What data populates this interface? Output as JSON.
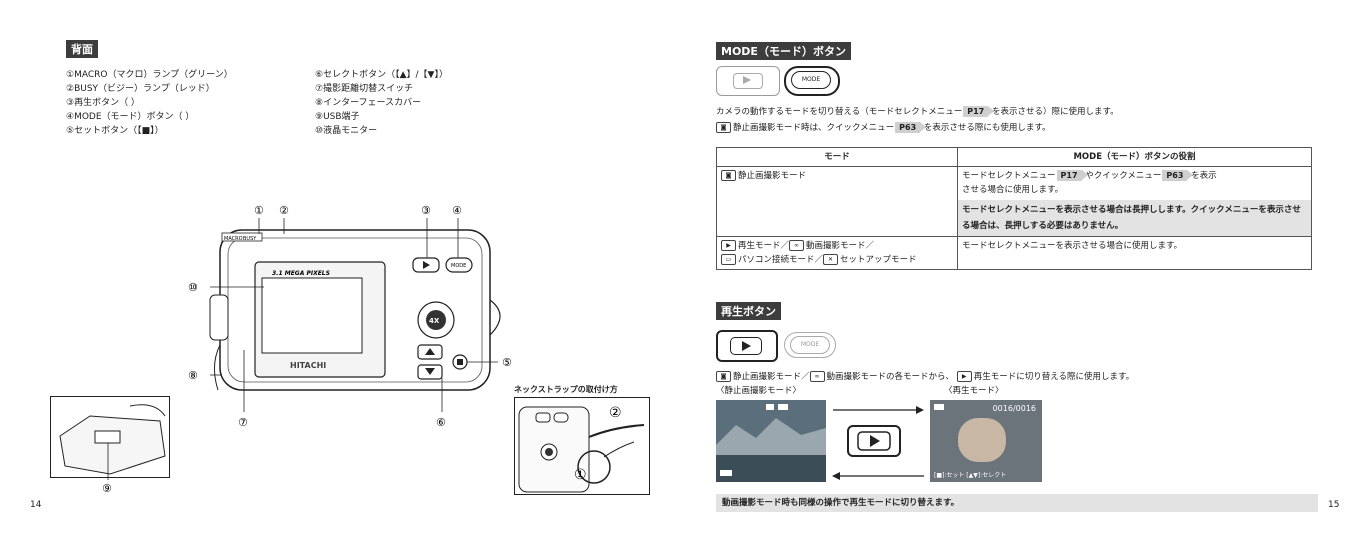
{
  "left": {
    "section_title": "背面",
    "parts_col1": [
      "①MACRO（マクロ）ランプ（グリーン）",
      "②BUSY（ビジー）ランプ（レッド）",
      "③再生ボタン（  ）",
      "④MODE（モード）ボタン（  ）",
      "⑤セットボタン（【■】）"
    ],
    "parts_col2": [
      "⑥セレクトボタン（【▲】/【▼】）",
      "⑦撮影距離切替スイッチ",
      "⑧インターフェースカバー",
      "⑨USB端子",
      "⑩液晶モニター"
    ],
    "callouts": {
      "c1": "①",
      "c2": "②",
      "c3": "③",
      "c4": "④",
      "c5": "⑤",
      "c6": "⑥",
      "c7": "⑦",
      "c8": "⑧",
      "c9": "⑨",
      "c10": "⑩"
    },
    "camera": {
      "lcd_label": "3.1 MEGA PIXELS",
      "brand": "HITACHI",
      "macro": "MACRO",
      "busy": "BUSY",
      "mode": "MODE",
      "zoom": "4X"
    },
    "strap_title": "ネックストラップの取付け方",
    "strap_callouts": {
      "s1": "①",
      "s2": "②"
    },
    "page_number": "14"
  },
  "right": {
    "mode_section_title": "MODE（モード）ボタン",
    "mode_btn": "MODE",
    "mode_desc1_a": "カメラの動作するモードを切り替える（モードセレクトメニュー",
    "mode_desc1_ref": "P17",
    "mode_desc1_b": "を表示させる）際に使用します。",
    "mode_desc2_a": "静止画撮影モード時は、クイックメニュー",
    "mode_desc2_ref": "P63",
    "mode_desc2_b": "を表示させる際にも使用します。",
    "table": {
      "col1": "モード",
      "col2": "MODE（モード）ボタンの役割",
      "row1_mode": "静止画撮影モード",
      "row1_role_a": "モードセレクトメニュー",
      "row1_role_ref1": "P17",
      "row1_role_b": "やクイックメニュー",
      "row1_role_ref2": "P63",
      "row1_role_c": "を表示",
      "row1_role_d": "させる場合に使用します。",
      "row1_note": "モードセレクトメニューを表示させる場合は長押しします。クイックメニューを表示させる場合は、長押しする必要はありません。",
      "row2_mode_a": "再生モード／",
      "row2_mode_b": "動画撮影モード／",
      "row2_mode_c": "パソコン接続モード／",
      "row2_mode_d": "セットアップモード",
      "row2_role": "モードセレクトメニューを表示させる場合に使用します。"
    },
    "play_section_title": "再生ボタン",
    "play_mode_btn": "MODE",
    "play_desc_a": "静止画撮影モード／",
    "play_desc_b": "動画撮影モードの各モードから、",
    "play_desc_c": "再生モードに切り替える際に使用します。",
    "still_label": "〈静止画撮影モード〉",
    "play_label": "〈再生モード〉",
    "counter": "0016/0016",
    "play_hint": "[■]:セット [▲▼]:セレクト",
    "note": "動画撮影モード時も同様の操作で再生モードに切り替えます。",
    "page_number": "15"
  }
}
